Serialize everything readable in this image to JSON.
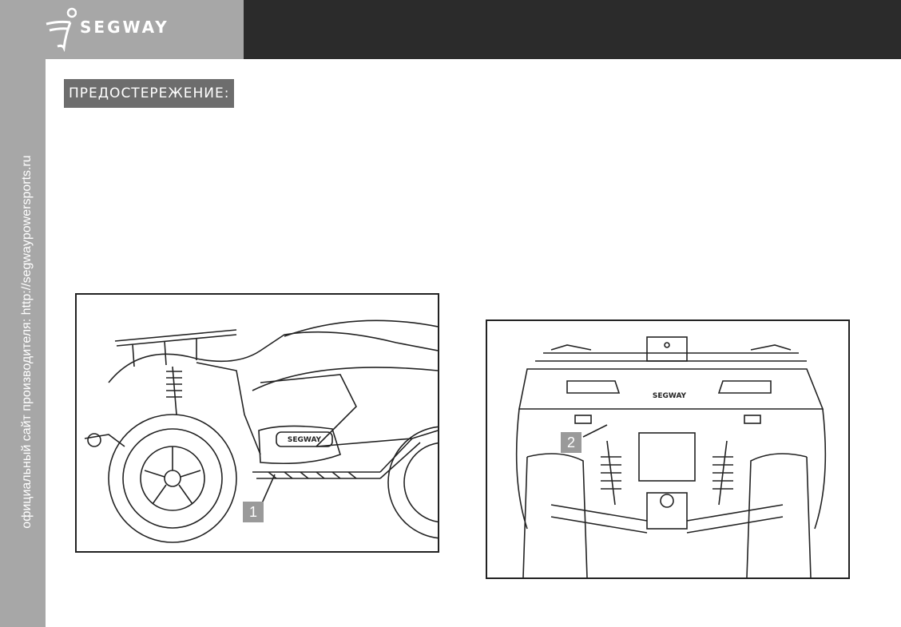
{
  "header": {
    "brand": "SEGWAY"
  },
  "sidebar": {
    "text": "официальный сайт производителя: http://segwaypowersports.ru"
  },
  "warning": {
    "label": "ПРЕДОСТЕРЕЖЕНИЕ:"
  },
  "figures": [
    {
      "callout": "1",
      "badge": "SEGWAY"
    },
    {
      "callout": "2",
      "badge": "SEGWAY"
    }
  ],
  "colors": {
    "header_dark": "#2b2b2b",
    "header_light": "#a7a7a7",
    "warning_bg": "#6d6d6d",
    "callout_bg": "#9a9a9a"
  }
}
